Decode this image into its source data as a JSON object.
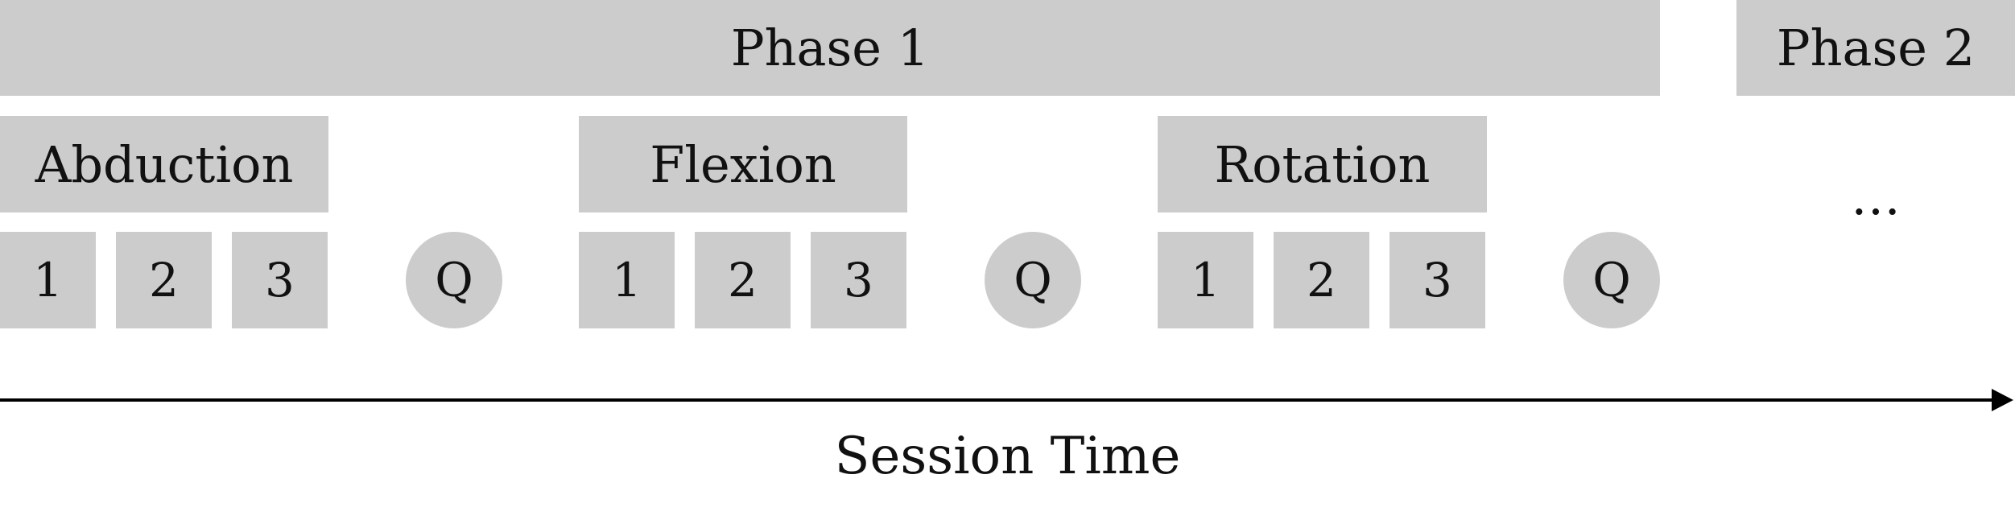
{
  "phases": [
    {
      "label": "Phase 1"
    },
    {
      "label": "Phase 2"
    }
  ],
  "exercises": [
    {
      "label": "Abduction"
    },
    {
      "label": "Flexion"
    },
    {
      "label": "Rotation"
    }
  ],
  "trials": [
    "1",
    "2",
    "3"
  ],
  "questionnaire_label": "Q",
  "ellipsis": "…",
  "axis": {
    "label": "Session Time"
  },
  "colors": {
    "block": "#cccccc",
    "text": "#111111",
    "axis": "#000000",
    "background": "#ffffff"
  }
}
